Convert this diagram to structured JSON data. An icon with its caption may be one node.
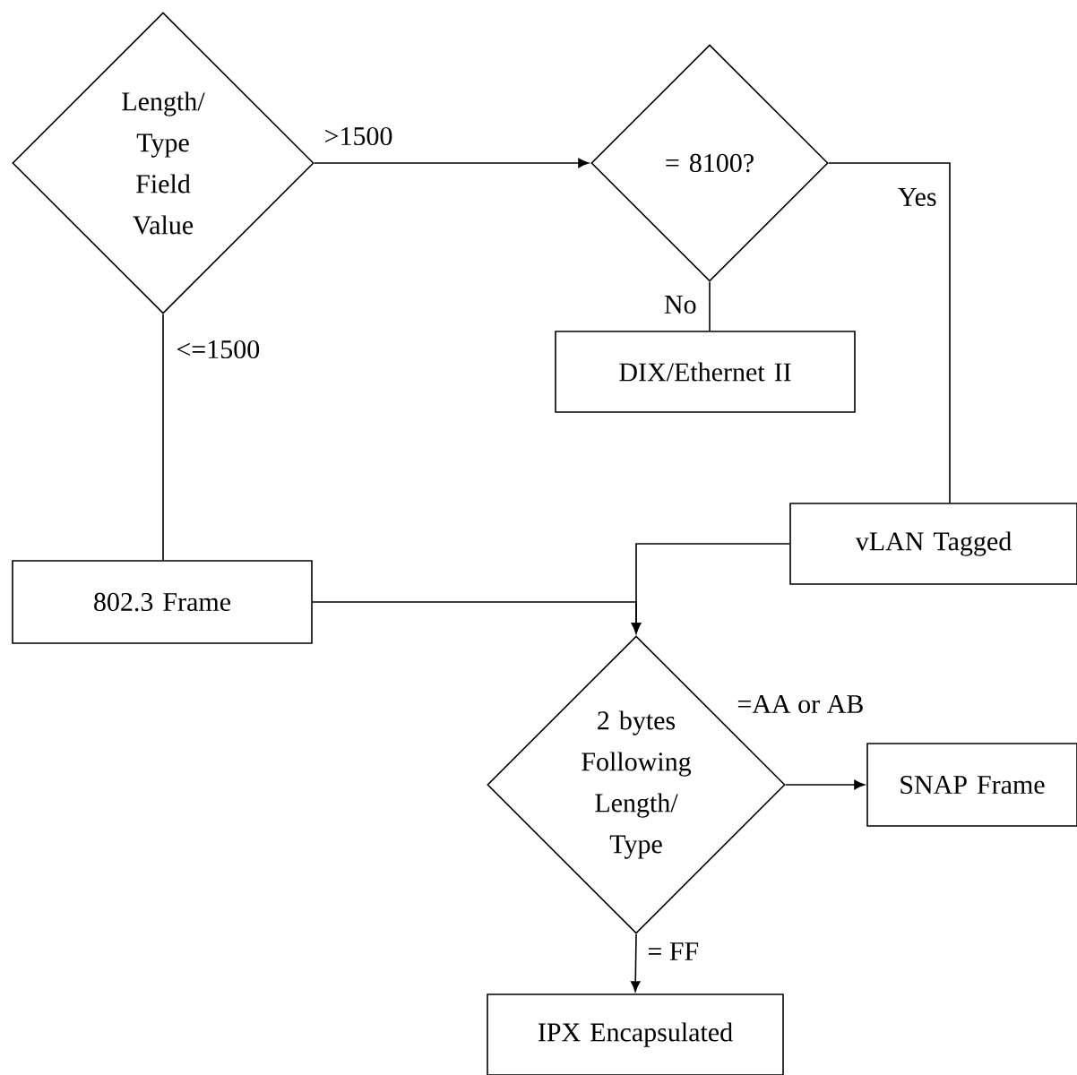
{
  "diagram": {
    "nodes": [
      {
        "text": [
          "Length/ Type Field Value"
        ]
      },
      {
        "text": [
          "= 8100?"
        ]
      },
      {
        "text": [
          "DIX/Ethernet II"
        ]
      },
      {
        "text": [
          "802.3 Frame"
        ]
      },
      {
        "text": [
          "vLAN Tagged"
        ]
      },
      {
        "text": [
          "2 bytes Following Length/ Type"
        ]
      },
      {
        "text": [
          "SNAP Frame"
        ]
      },
      {
        "text": [
          "IPX Encapsulated"
        ]
      }
    ],
    "edges": [
      {
        "from": 0,
        "to": 1,
        "arrow": "to",
        "label": ">1500"
      },
      {
        "from": 0,
        "to": 3,
        "arrow": "none",
        "label": "<=1500"
      },
      {
        "from": 1,
        "to": 2,
        "arrow": "none",
        "label": "No"
      },
      {
        "from": 1,
        "to": 4,
        "arrow": "none",
        "label": "Yes"
      },
      {
        "from": 3,
        "to": 5,
        "arrow": "to"
      },
      {
        "from": 4,
        "to": 5,
        "arrow": "to"
      },
      {
        "from": 5,
        "to": 6,
        "arrow": "to",
        "label": "=AA or AB"
      },
      {
        "from": 5,
        "to": 7,
        "arrow": "to",
        "label": "= FF"
      }
    ]
  }
}
